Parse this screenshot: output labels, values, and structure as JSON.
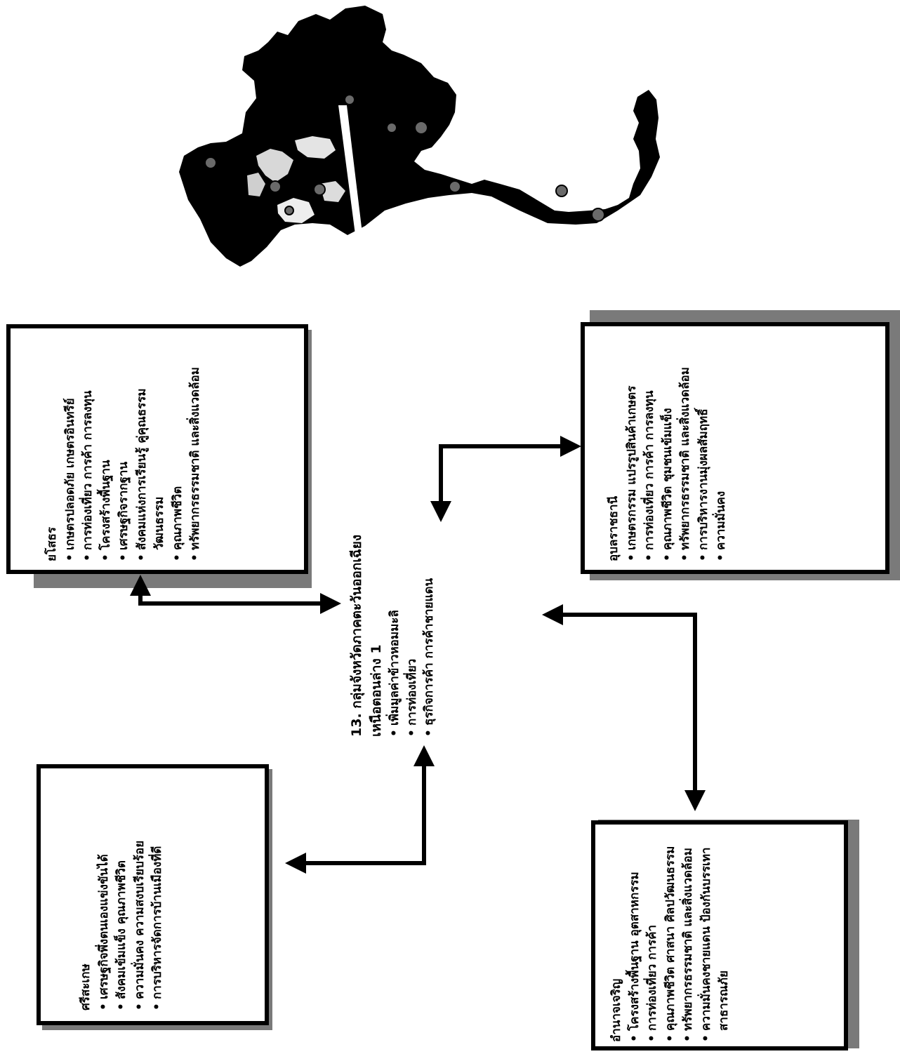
{
  "colors": {
    "ink": "#000000",
    "paper": "#ffffff",
    "shadow": "#888888"
  },
  "center": {
    "title": "13. กลุ่มจังหวัดภาคตะวันออกเฉียงเหนือตอนล่าง 1",
    "items": [
      "เพิ่มมูลค่าข้าวหอมมะลิ",
      "การท่องเที่ยว",
      "ธุรกิจการค้า การค้าชายแดน"
    ]
  },
  "boxes": {
    "yasothon": {
      "title": "ยโสธร",
      "items": [
        "เกษตรปลอดภัย เกษตรอินทรีย์",
        "การท่องเที่ยว การค้า การลงทุน",
        "โครงสร้างพื้นฐาน",
        "เศรษฐกิจรากฐาน",
        "สังคมแห่งการเรียนรู้ คู่คุณธรรม วัฒนธรรม",
        "คุณภาพชีวิต",
        "ทรัพยากรธรรมชาติ และสิ่งแวดล้อม"
      ]
    },
    "ubon": {
      "title": "อุบลราชธานี",
      "items": [
        "เกษตรกรรม แปรรูปสินค้าเกษตร",
        "การท่องเที่ยว การค้า การลงทุน",
        "คุณภาพชีวิต ชุมชนเข้มแข็ง",
        "ทรัพยากรธรรมชาติ และสิ่งแวดล้อม",
        "การบริหารงานมุ่งผลสัมฤทธิ์",
        "ความมั่นคง"
      ]
    },
    "sisaket": {
      "title": "ศรีสะเกษ",
      "items": [
        "เศรษฐกิจพึ่งตนเองแข่งขันได้",
        "สังคมเข้มแข็ง คุณภาพชีวิต",
        "ความมั่นคง ความสงบเรียบร้อย",
        "การบริหารจัดการบ้านเมืองที่ดี"
      ]
    },
    "amnat": {
      "title": "อำนาจเจริญ",
      "items": [
        "โครงสร้างพื้นฐาน อุตสาหกรรม",
        "การท่องเที่ยว การค้า",
        "คุณภาพชีวิต ศาสนา ศิลปวัฒนธรรม",
        "ทรัพยากรธรรมชาติ และสิ่งแวดล้อม",
        "ความมั่นคงชายแดน ป้องกันบรรเทาสาธารณภัย"
      ]
    }
  }
}
